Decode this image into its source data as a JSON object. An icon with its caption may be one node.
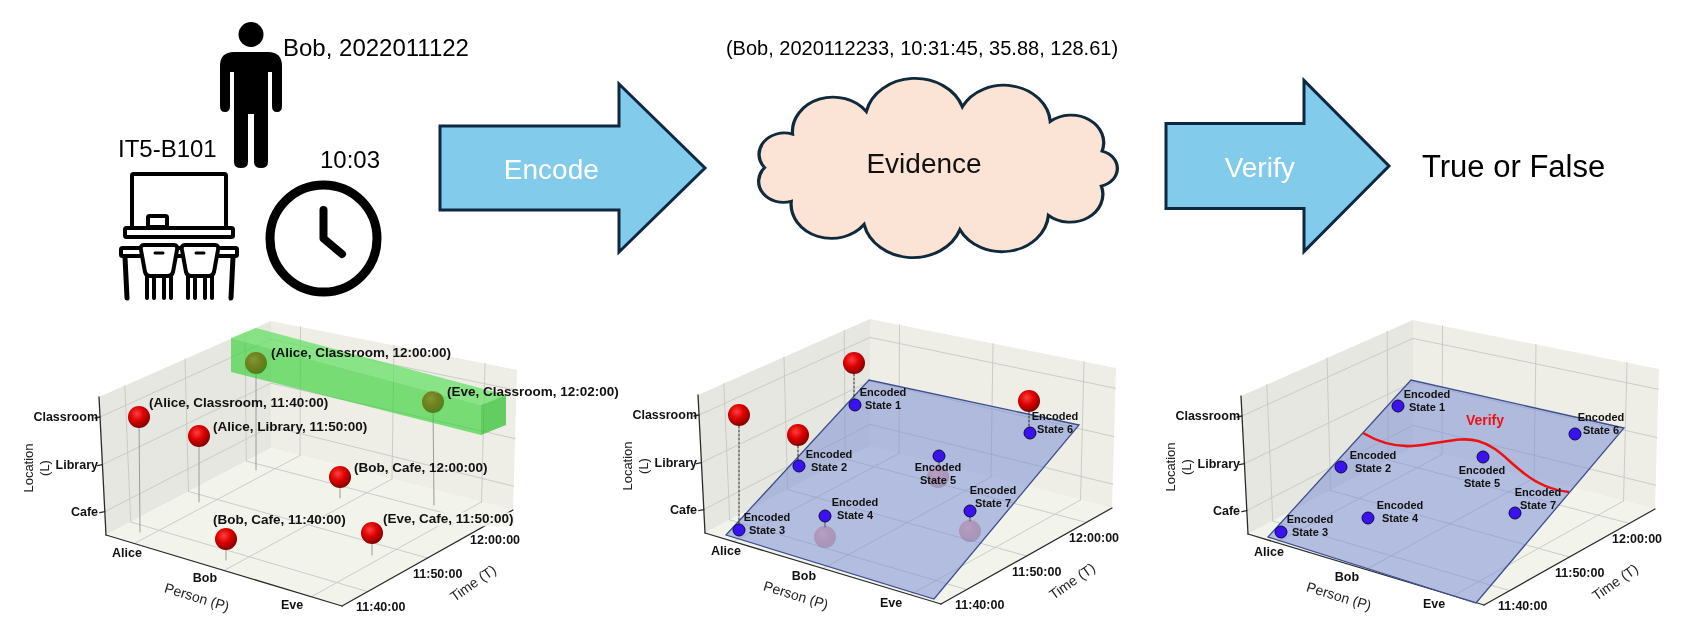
{
  "diagram": {
    "nodes": [
      {
        "text": [],
        "shape": "person",
        "beside": [
          "Bob, 2022011122"
        ]
      },
      {
        "text": [],
        "shape": "picture",
        "beside": [
          "IT5-B101"
        ]
      },
      {
        "text": [],
        "shape": "picture",
        "beside": [
          "10:03"
        ]
      },
      {
        "text": [
          "Evidence"
        ],
        "beside": [
          "(Bob, 2020112233, 10:31:45, 35.88, 128.61)"
        ]
      },
      {
        "text": [
          "True or False"
        ]
      }
    ],
    "edges": [
      {
        "from": null,
        "to": 3,
        "arrow": "to",
        "label": "Encode"
      },
      {
        "from": 3,
        "to": 4,
        "arrow": "to",
        "label": "Verify"
      }
    ],
    "labels": [
      "(Alice, Classroom, 12:00:00)",
      "(Eve, Classroom, 12:02:00)",
      "(Alice, Classroom, 11:40:00)",
      "(Alice, Library, 11:50:00)",
      "(Bob, Cafe, 12:00:00)",
      "(Bob, Cafe, 11:40:00)",
      "(Eve, Cafe, 11:50:00)",
      "Classroom",
      "Library",
      "Cafe",
      "Location (L)",
      "Alice",
      "Bob",
      "Eve",
      "Person (P)",
      "12:00:00",
      "11:50:00",
      "11:40:00",
      "Time (T)",
      "Encoded State 1",
      "Encoded State 2",
      "Encoded State 3",
      "Encoded State 4",
      "Encoded State 5",
      "Encoded State 6",
      "Encoded State 7",
      "Classroom",
      "Library",
      "Cafe",
      "Location (L)",
      "Alice",
      "Bob",
      "Eve",
      "Person (P)",
      "12:00:00",
      "11:50:00",
      "11:40:00",
      "Time (T)",
      "Encoded State 1",
      "Encoded State 2",
      "Encoded State 3",
      "Encoded State 4",
      "Encoded State 5",
      "Encoded State 6",
      "Encoded State 7",
      "Verify",
      "Classroom",
      "Library",
      "Cafe",
      "Location (L)",
      "Alice",
      "Bob",
      "Eve",
      "Person (P)",
      "12:00:00",
      "11:50:00",
      "11:40:00",
      "Time (T)"
    ]
  }
}
